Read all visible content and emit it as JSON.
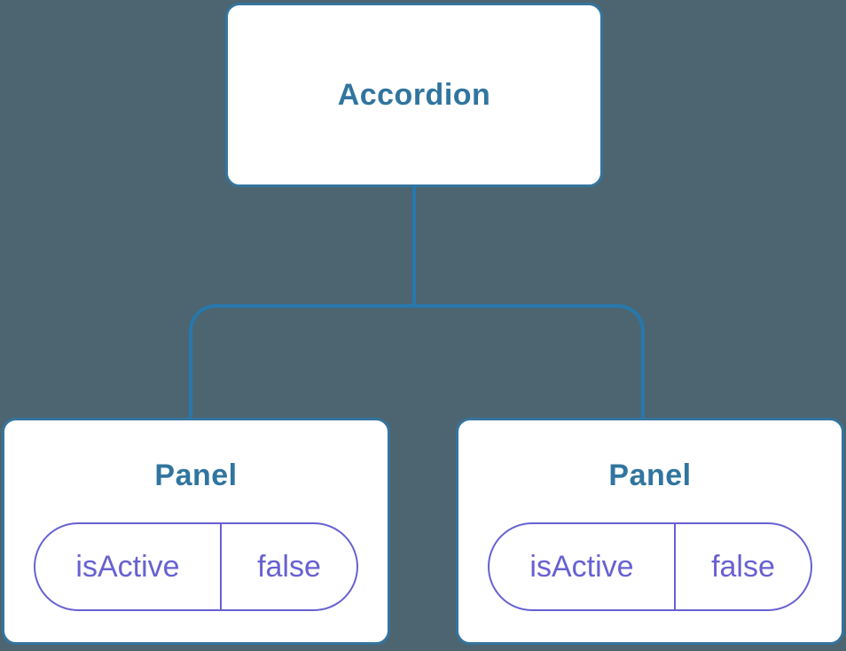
{
  "diagram": {
    "type": "component-tree",
    "root": {
      "label": "Accordion"
    },
    "children": [
      {
        "label": "Panel",
        "state": {
          "key": "isActive",
          "value": "false"
        }
      },
      {
        "label": "Panel",
        "state": {
          "key": "isActive",
          "value": "false"
        }
      }
    ]
  },
  "colors": {
    "background": "#4C6570",
    "node_fill": "#FFFFFF",
    "node_border": "#35749E",
    "connector_line": "#2778AC",
    "node_label_text": "#30759F",
    "state_pill_accent": "#6761D2"
  }
}
